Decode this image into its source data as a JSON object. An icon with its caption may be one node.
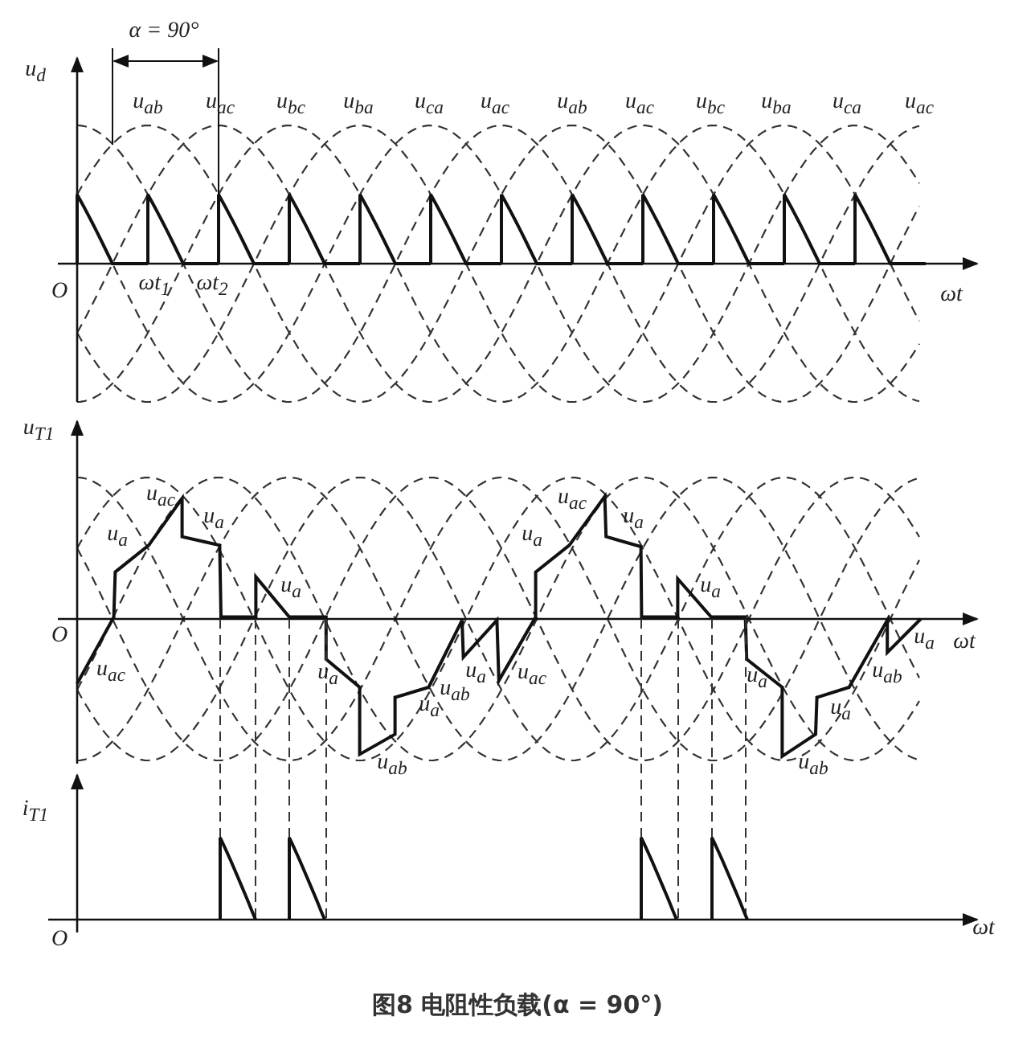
{
  "diagram": {
    "caption": "图8 电阻性负载(α = 90°)",
    "labels": [
      "α = 90°",
      "u$_{d}$",
      "u$_{ab}$",
      "u$_{ac}$",
      "u$_{bc}$",
      "u$_{ba}$",
      "u$_{ca}$",
      "u$_{ac}$",
      "u$_{ab}$",
      "u$_{ac}$",
      "u$_{bc}$",
      "u$_{ba}$",
      "u$_{ca}$",
      "u$_{ac}$",
      "O",
      "ωt$_{1}$",
      "ωt$_{2}$",
      "ωt",
      "u$_{T1}$",
      "u$_{ac}$",
      "u$_{ac}$",
      "u$_{a}$",
      "u$_{a}$",
      "u$_{a}$",
      "u$_{a}$",
      "u$_{a}$",
      "u$_{a}$",
      "O",
      "u$_{a}$",
      "ωt",
      "u$_{ac}$",
      "u$_{a}$",
      "u$_{a}$",
      "u$_{ac}$",
      "u$_{a}$",
      "u$_{ab}$",
      "u$_{ab}$",
      "u$_{a}$",
      "u$_{a}$",
      "u$_{ab}$",
      "u$_{ab}$",
      "i$_{T1}$",
      "O",
      "ωt"
    ]
  }
}
